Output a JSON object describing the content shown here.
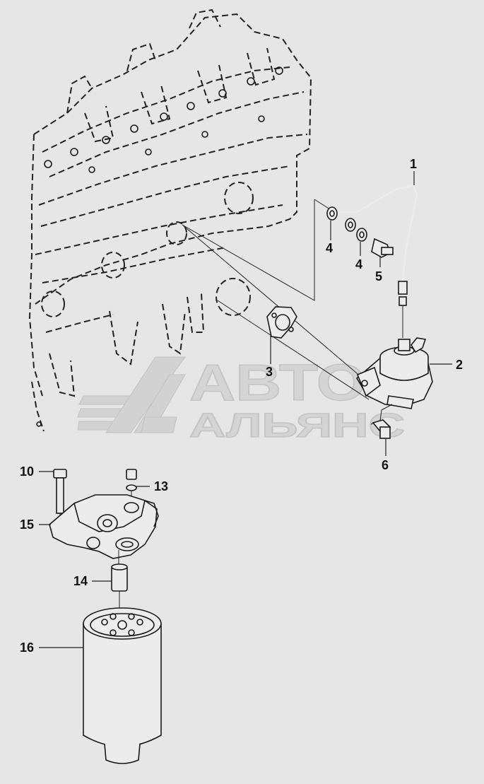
{
  "watermark": {
    "line1": "АВТО",
    "line2": "АЛЬЯНС"
  },
  "callouts": [
    {
      "id": "c1",
      "label": "1"
    },
    {
      "id": "c2",
      "label": "2"
    },
    {
      "id": "c3",
      "label": "3"
    },
    {
      "id": "c4a",
      "label": "4"
    },
    {
      "id": "c4b",
      "label": "4"
    },
    {
      "id": "c5",
      "label": "5"
    },
    {
      "id": "c6",
      "label": "6"
    },
    {
      "id": "c10",
      "label": "10"
    },
    {
      "id": "c13",
      "label": "13"
    },
    {
      "id": "c14",
      "label": "14"
    },
    {
      "id": "c15",
      "label": "15"
    },
    {
      "id": "c16",
      "label": "16"
    }
  ],
  "colors": {
    "background": "#e6e6e6",
    "linework": "#1a1a1a",
    "watermark": "#d4d4d4"
  }
}
